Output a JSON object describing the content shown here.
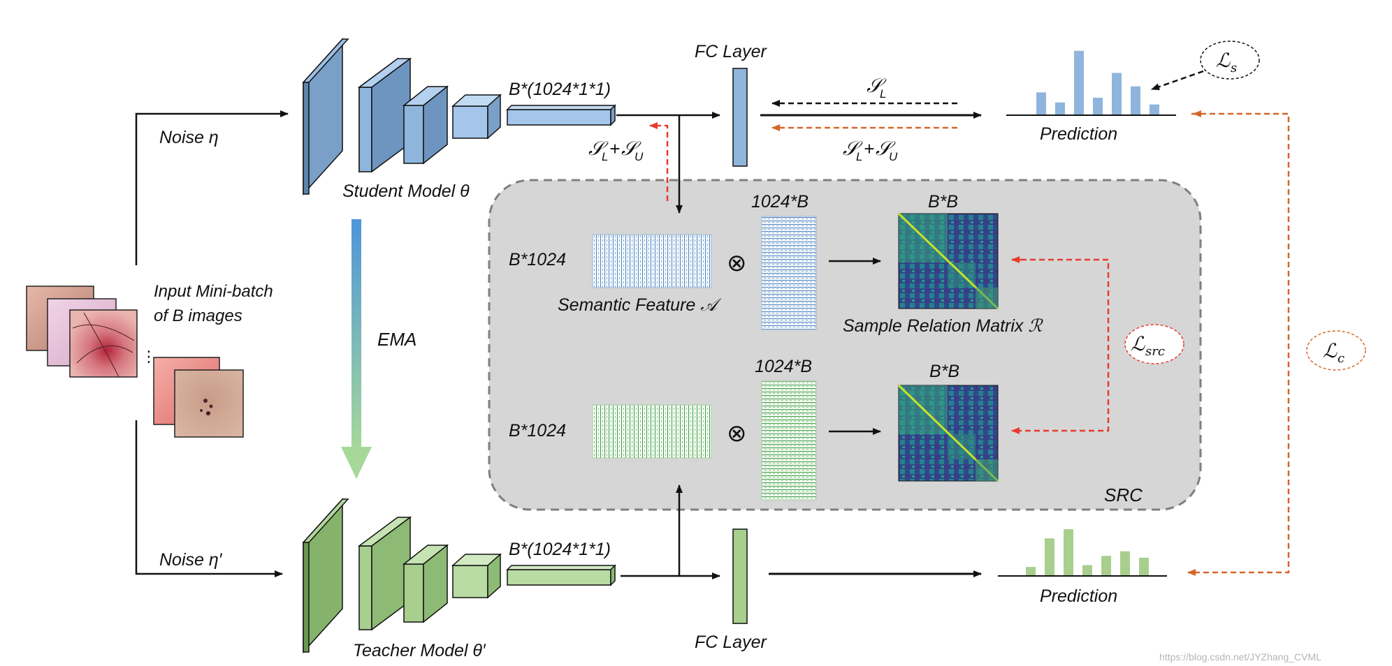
{
  "labels": {
    "noise_student": "Noise η",
    "noise_teacher": "Noise η′",
    "input_line1": "Input Mini-batch",
    "input_line2": "of B images",
    "student_model": "Student Model θ",
    "teacher_model": "Teacher Model θ′",
    "ema": "EMA",
    "fc_layer": "FC Layer",
    "feature_dim": "B*(1024*1*1)",
    "b1024": "B*1024",
    "d1024b": "1024*B",
    "bb": "B*B",
    "semantic_feature": "Semantic Feature 𝒜",
    "sample_relation": "Sample Relation Matrix ℛ",
    "src": "SRC",
    "prediction": "Prediction",
    "sl": "𝒮",
    "sl_sub": "L",
    "su": "𝒮",
    "su_sub": "U",
    "loss_s": "ℒ",
    "loss_s_sub": "s",
    "loss_src": "ℒ",
    "loss_src_sub": "src",
    "loss_c": "ℒ",
    "loss_c_sub": "c",
    "otimes": "⊗",
    "watermark": "https://blog.csdn.net/JYZhang_CVML"
  },
  "colors": {
    "student": "#8fb5dd",
    "teacher": "#a8cf8e",
    "red_dashed": "#e63b2e",
    "orange_dashed": "#d4662a",
    "src_box": "#d6d6d6"
  },
  "histograms": {
    "student_prediction": [
      0.33,
      0.18,
      0.95,
      0.25,
      0.62,
      0.42,
      0.15
    ],
    "teacher_prediction": [
      0.18,
      0.8,
      1.0,
      0.22,
      0.42,
      0.52,
      0.38
    ]
  }
}
